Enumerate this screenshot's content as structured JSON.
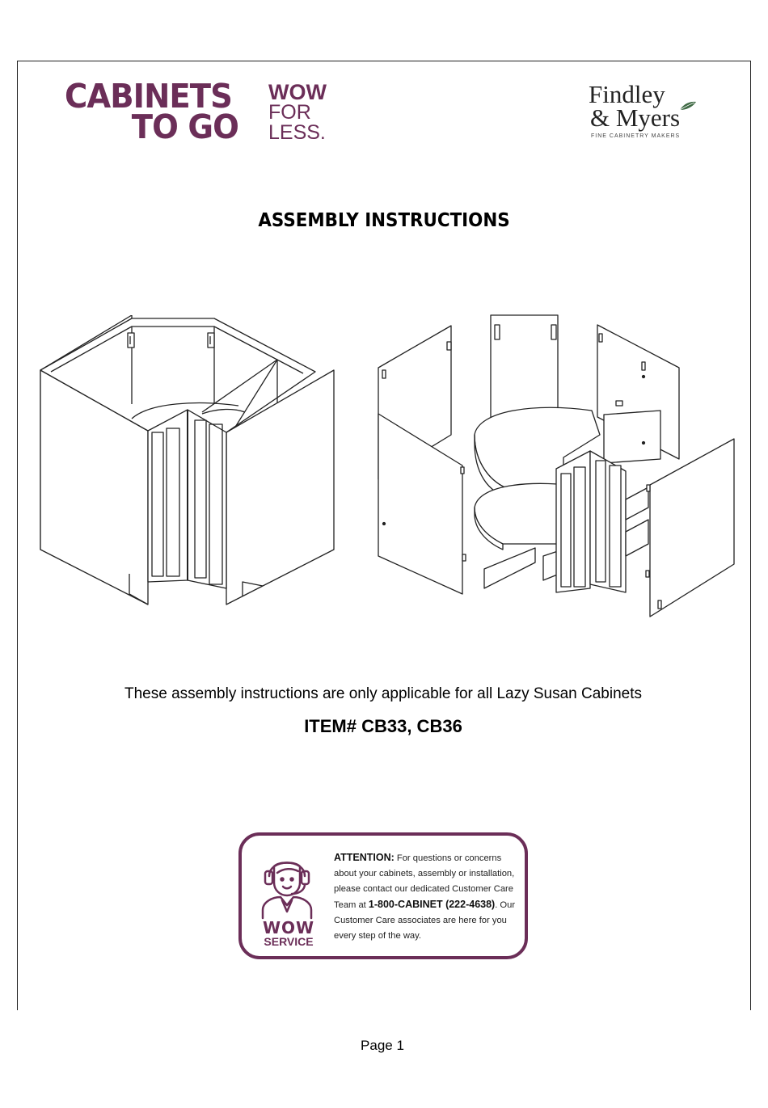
{
  "logos": {
    "ctg": {
      "line1": "CABINETS",
      "line2": "TO GO",
      "tag1": "WOW",
      "tag2": "FOR",
      "tag3": "LESS.",
      "color": "#6b2e58"
    },
    "fm": {
      "line1": "Findley",
      "line2": "& Myers",
      "tagline": "FINE CABINETRY MAKERS"
    }
  },
  "title": "ASSEMBLY INSTRUCTIONS",
  "illustrations": {
    "assembled": "assembled-lazy-susan-cabinet",
    "exploded": "exploded-lazy-susan-cabinet"
  },
  "note": "These assembly instructions are only applicable for all Lazy Susan Cabinets",
  "item": "ITEM# CB33, CB36",
  "attention": {
    "lead": "ATTENTION:",
    "text1": " For questions or concerns about your cabinets, assembly or installation, please contact our dedicated Customer Care Team at ",
    "phone": "1-800-CABINET (222-4638)",
    "text2": ". Our Customer Care associates are here for you every step of the way.",
    "badge_line1": "WOW",
    "badge_line2": "SERVICE",
    "icon": "headset-agent-icon"
  },
  "footer": {
    "page": "Page 1"
  }
}
